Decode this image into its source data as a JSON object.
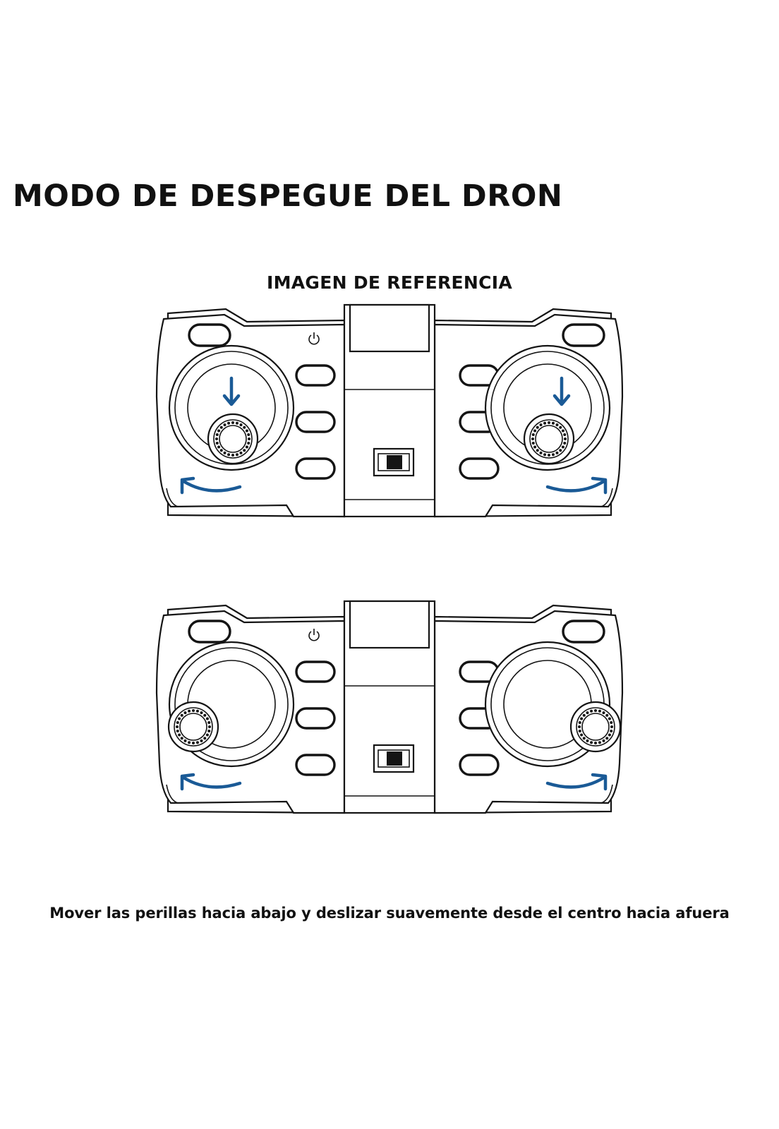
{
  "title": "MODO DE DESPEGUE DEL DRON",
  "subtitle": "IMAGEN DE REFERENCIA",
  "caption": "Mover las perillas hacia abajo y deslizar suavemente desde el centro hacia afuera",
  "colors": {
    "arrow": "#1a5a96",
    "line": "#141414",
    "background": "#ffffff"
  },
  "diagrams": [
    {
      "name": "controller-top",
      "sticks": "down",
      "arrows": [
        "down-arrow",
        "curved-arrow"
      ]
    },
    {
      "name": "controller-bottom",
      "sticks": "outward",
      "arrows": [
        "curved-arrow"
      ]
    }
  ],
  "icons": [
    "power-icon",
    "down-arrow-icon",
    "curved-arrow-icon",
    "toggle-switch-icon"
  ]
}
